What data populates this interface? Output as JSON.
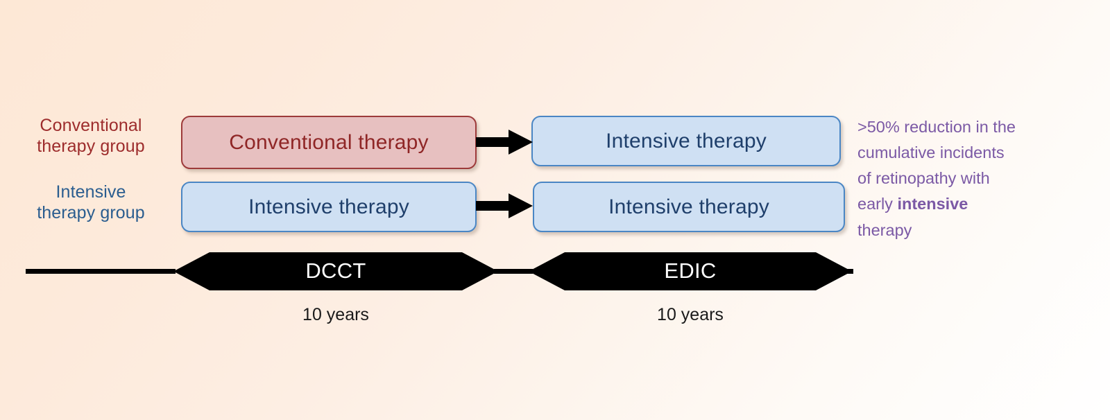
{
  "diagram": {
    "title": "DCCT / EDIC study design timeline",
    "background": {
      "gradient_from": "#fde8d6",
      "gradient_to": "#ffffff"
    },
    "groups": [
      {
        "id": "conventional",
        "label_line1": "Conventional",
        "label_line2": "therapy group",
        "color": "#9d2c2c"
      },
      {
        "id": "intensive",
        "label_line1": "Intensive",
        "label_line2": "therapy group",
        "color": "#2a5d8f"
      }
    ],
    "boxes": {
      "conventional_dcct": {
        "text": "Conventional therapy",
        "fill": "#e7c0c0",
        "border": "#9d3a3a",
        "text_color": "#8f2626"
      },
      "intensive_dcct": {
        "text": "Intensive therapy",
        "fill": "#cfe0f3",
        "border": "#4a86c4",
        "text_color": "#1f3f6b"
      },
      "intensive_edic_top": {
        "text": "Intensive therapy",
        "fill": "#cfe0f3",
        "border": "#4a86c4",
        "text_color": "#1f3f6b"
      },
      "intensive_edic_bottom": {
        "text": "Intensive therapy",
        "fill": "#cfe0f3",
        "border": "#4a86c4",
        "text_color": "#1f3f6b"
      }
    },
    "arrows": {
      "top": "arrow-right-icon",
      "bottom": "arrow-right-icon",
      "color": "#000000"
    },
    "timeline": {
      "color": "#000000",
      "phases": [
        {
          "id": "dcct",
          "name": "DCCT",
          "duration": "10 years"
        },
        {
          "id": "edic",
          "name": "EDIC",
          "duration": "10 years"
        }
      ]
    },
    "annotation": {
      "color": "#7b59a5",
      "line1": ">50% reduction in the",
      "line2": "cumulative incidents",
      "line3": "of retinopathy with",
      "line4_prefix": "early ",
      "line4_bold": "intensive",
      "line5": "therapy"
    }
  }
}
